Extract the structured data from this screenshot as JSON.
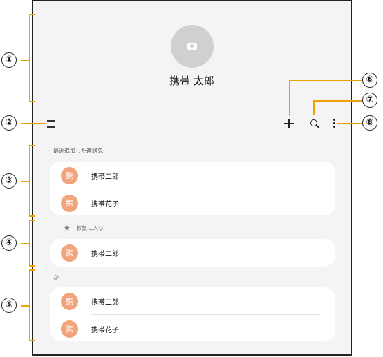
{
  "profile": {
    "name": "携帯 太郎",
    "avatar_icon": "camera-icon"
  },
  "toolbar": {
    "menu_icon": "hamburger-menu-icon",
    "add_icon": "plus-icon",
    "search_icon": "search-icon",
    "more_icon": "more-vert-icon"
  },
  "sections": {
    "recent": {
      "header": "最近追加した連絡先",
      "contacts": [
        {
          "avatar": "携",
          "name": "携帯二郎"
        },
        {
          "avatar": "携",
          "name": "携帯花子"
        }
      ]
    },
    "favorites": {
      "header": "お気に入り",
      "contacts": [
        {
          "avatar": "携",
          "name": "携帯二郎"
        }
      ]
    },
    "ka": {
      "header": "か",
      "contacts": [
        {
          "avatar": "携",
          "name": "携帯二郎"
        },
        {
          "avatar": "携",
          "name": "携帯花子"
        }
      ]
    }
  },
  "callouts": [
    "①",
    "②",
    "③",
    "④",
    "⑤",
    "⑥",
    "⑦",
    "⑧"
  ],
  "colors": {
    "accent": "#f0a000",
    "avatar_bg": "#f0a57c",
    "screen_bg": "#f4f4f4"
  }
}
